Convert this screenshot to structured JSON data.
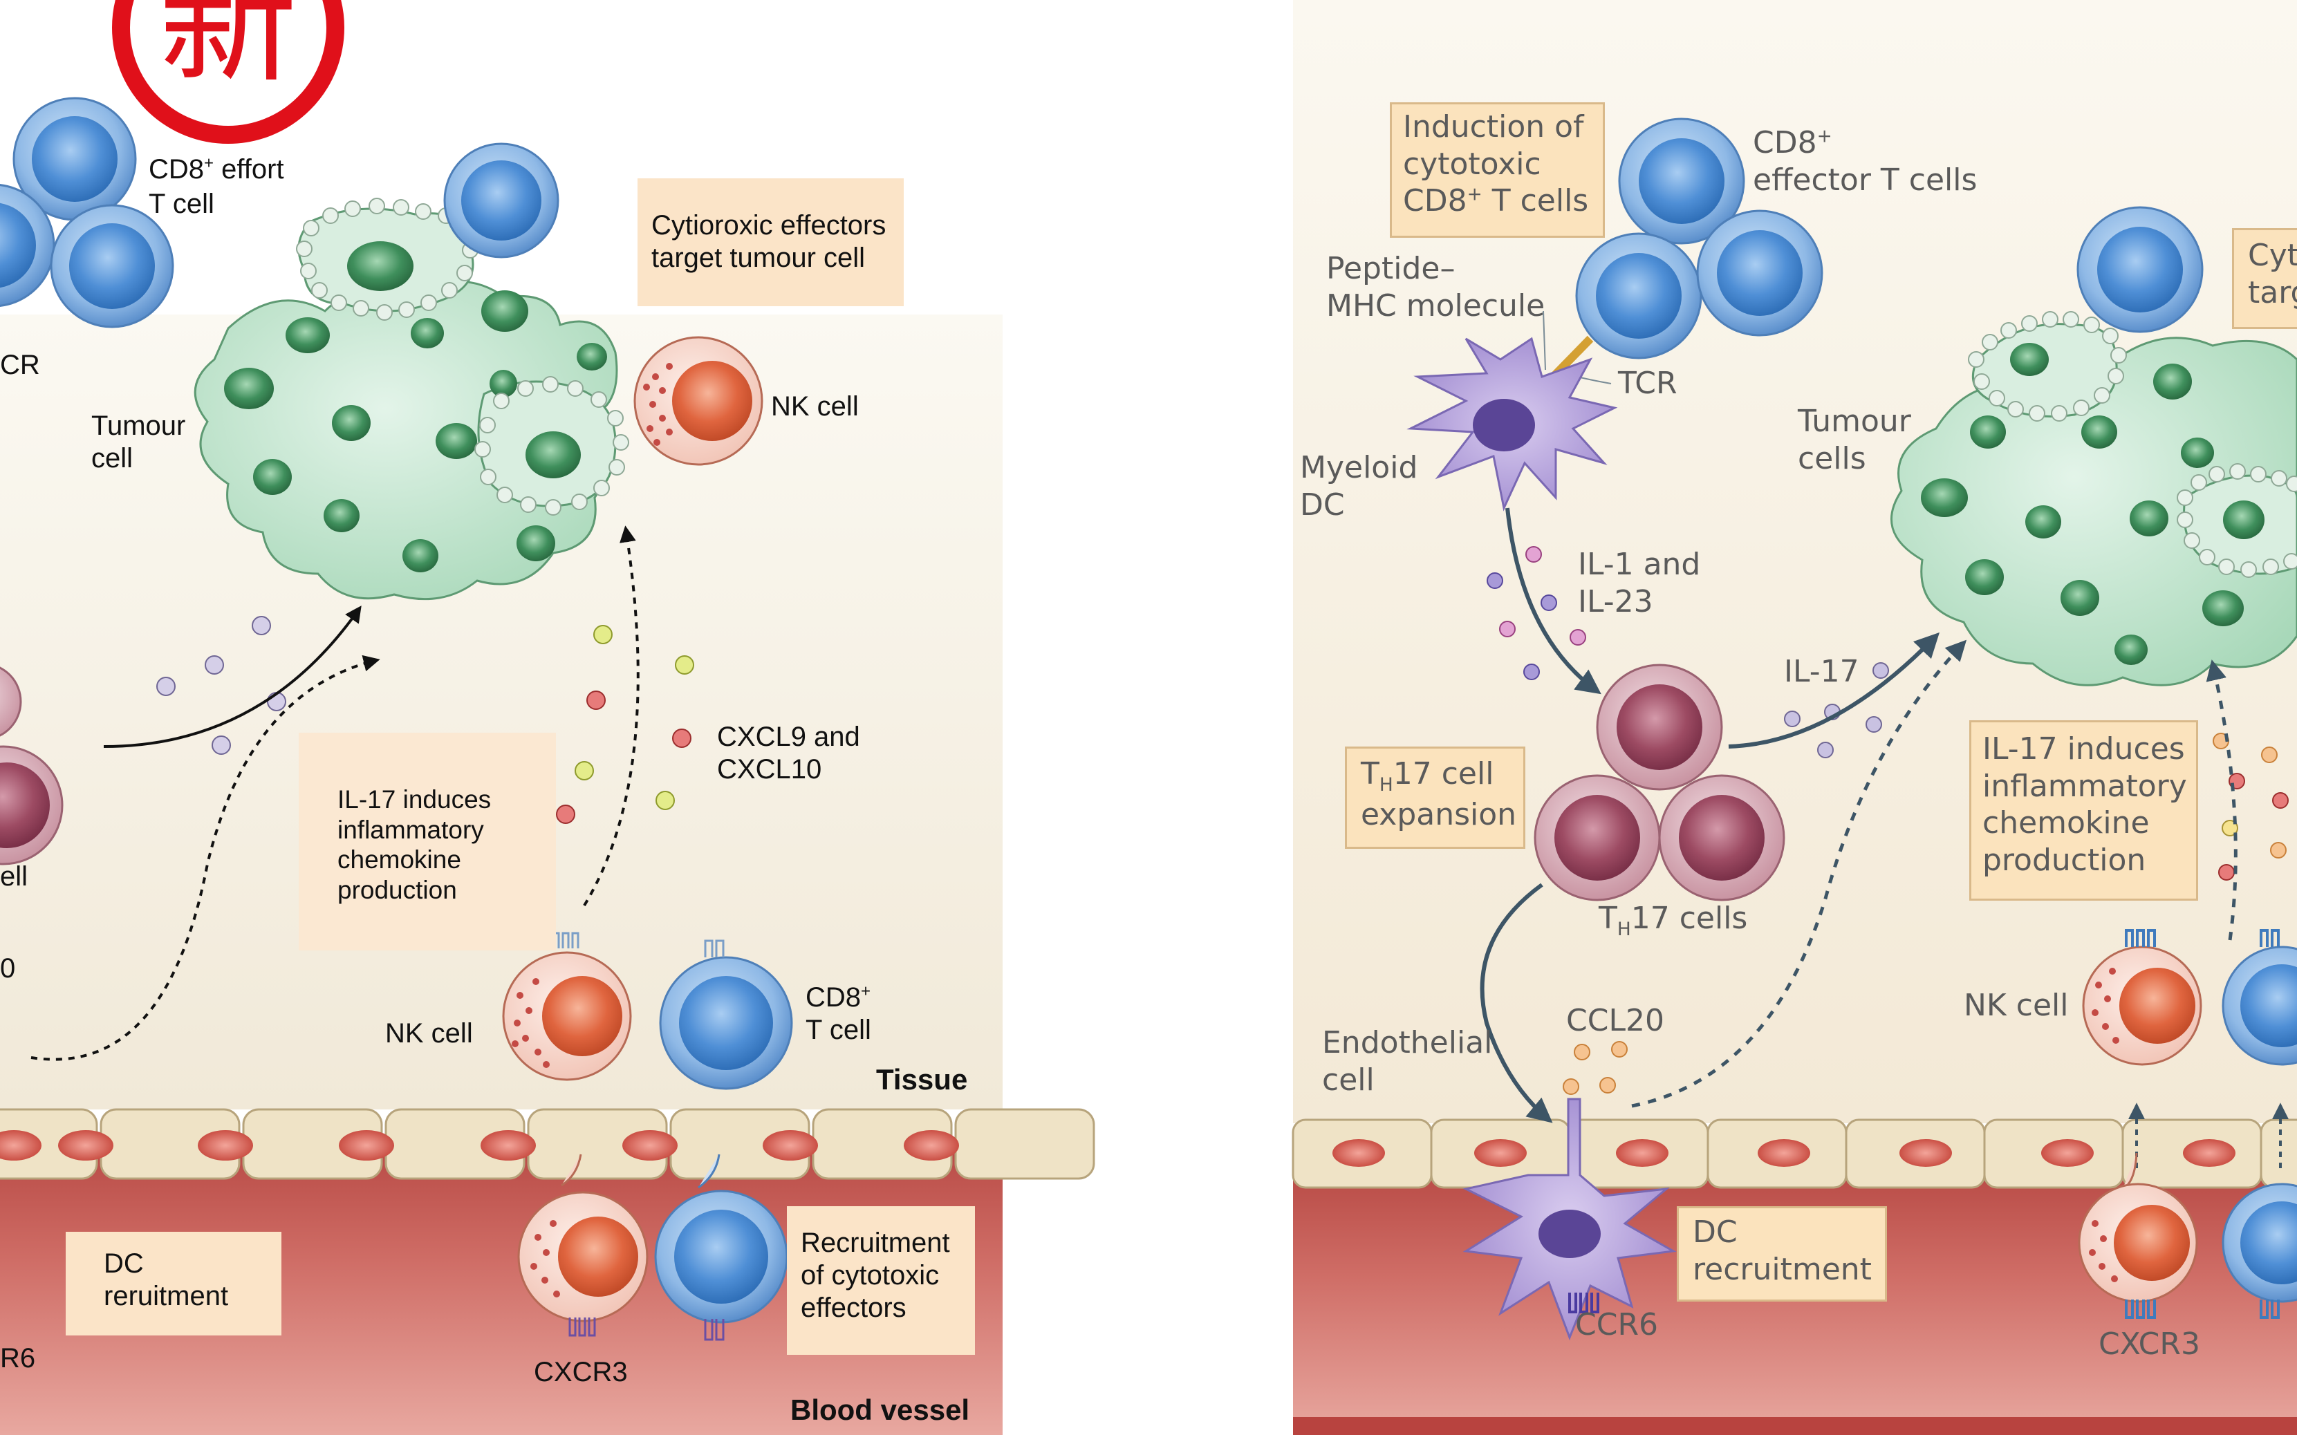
{
  "stamp": {
    "char": "新"
  },
  "left_panel": {
    "labels": {
      "cd8_effort_prefix": "CD8",
      "cd8_effort_sup": "+",
      "cd8_effort_suffix": " effort",
      "t_cell": "T cell",
      "tcr_partial": "CR",
      "tumour_cell": "Tumour\ncell",
      "nk_cell_top": "NK cell",
      "cxcl": "CXCL9 and\nCXCL10",
      "ell_partial": "ell",
      "zero_partial": "0",
      "nk_cell_bottom": "NK cell",
      "cd8_t_prefix": "CD8",
      "cd8_t_sup": "+",
      "cd8_t_suffix": "T cell",
      "tissue": "Tissue",
      "cxcr3": "CXCR3",
      "r6_partial": "R6",
      "blood_vessel": "Blood vessel"
    },
    "boxes": {
      "cytotoxic_effectors": "Cytioroxic effectors\ntarget tumour cell",
      "il17_induces": "IL-17 induces\ninflammatory\nchemokine\nproduction",
      "dc_recruitment": "DC\nreruitment",
      "recruitment_effectors": "Recruitment\nof cytotoxic\neffectors"
    }
  },
  "right_panel": {
    "labels": {
      "cd8_effector_prefix": "CD8",
      "cd8_effector_sup": "+",
      "cd8_effector_suffix": "effector T cells",
      "peptide_mhc": "Peptide–\nMHC molecule",
      "tcr": "TCR",
      "myeloid_dc": "Myeloid\nDC",
      "il1_il23": "IL-1 and\nIL-23",
      "tumour_cells": "Tumour\ncells",
      "il17": "IL-17",
      "th17_cells_prefix": "T",
      "th17_cells_sub": "H",
      "th17_cells_suffix": "17 cells",
      "ccl20": "CCL20",
      "endothelial_cell": "Endothelial\ncell",
      "nk_cell": "NK cell",
      "ccr6": "CCR6",
      "cxcr3": "CXCR3"
    },
    "boxes": {
      "induction_line1": "Induction of",
      "induction_line2": "cytotoxic",
      "induction_line3_prefix": "CD8",
      "induction_line3_sup": "+",
      "induction_line3_suffix": " T cells",
      "th17_line1_prefix": "T",
      "th17_line1_sub": "H",
      "th17_line1_suffix": "17 cell",
      "th17_line2": "expansion",
      "il17_induces": "IL-17 induces\ninflammatory\nchemokine\nproduction",
      "dc_recruitment": "DC\nrecruitment",
      "cyt_partial": "Cyt\ntarg"
    }
  },
  "colors": {
    "stamp_red": "#e0101a",
    "tissue_bg": "#f6efe3",
    "vessel_red": "#c9605a",
    "endothelial": "#efe3c6",
    "tumour_green": "#bfe3cc",
    "tcell_blue": "#5b94d6",
    "th17_purple": "#a5596f",
    "nk_orange": "#e06a4c",
    "box_peach": "#fbe4c8"
  }
}
